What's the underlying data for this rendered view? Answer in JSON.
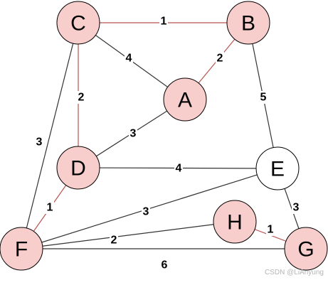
{
  "graph": {
    "nodes": [
      {
        "id": "C",
        "label": "C",
        "fill": "#f8cecc"
      },
      {
        "id": "B",
        "label": "B",
        "fill": "#f8cecc"
      },
      {
        "id": "A",
        "label": "A",
        "fill": "#f8cecc"
      },
      {
        "id": "D",
        "label": "D",
        "fill": "#f8cecc"
      },
      {
        "id": "E",
        "label": "E",
        "fill": "#ffffff"
      },
      {
        "id": "H",
        "label": "H",
        "fill": "#f8cecc"
      },
      {
        "id": "F",
        "label": "F",
        "fill": "#f8cecc"
      },
      {
        "id": "G",
        "label": "G",
        "fill": "#f8cecc"
      }
    ],
    "edges": [
      {
        "from": "C",
        "to": "B",
        "weight": "1",
        "color": "#b85450"
      },
      {
        "from": "C",
        "to": "A",
        "weight": "4",
        "color": "#333333"
      },
      {
        "from": "B",
        "to": "A",
        "weight": "2",
        "color": "#b85450"
      },
      {
        "from": "C",
        "to": "D",
        "weight": "2",
        "color": "#b85450"
      },
      {
        "from": "C",
        "to": "F",
        "weight": "3",
        "color": "#333333"
      },
      {
        "from": "A",
        "to": "D",
        "weight": "3",
        "color": "#333333"
      },
      {
        "from": "B",
        "to": "E",
        "weight": "5",
        "color": "#333333"
      },
      {
        "from": "D",
        "to": "E",
        "weight": "4",
        "color": "#333333"
      },
      {
        "from": "D",
        "to": "F",
        "weight": "1",
        "color": "#b85450"
      },
      {
        "from": "F",
        "to": "E",
        "weight": "3",
        "color": "#333333"
      },
      {
        "from": "E",
        "to": "G",
        "weight": "3",
        "color": "#333333"
      },
      {
        "from": "H",
        "to": "G",
        "weight": "1",
        "color": "#b85450"
      },
      {
        "from": "F",
        "to": "H",
        "weight": "2",
        "color": "#333333"
      },
      {
        "from": "F",
        "to": "G",
        "weight": "6",
        "color": "#333333"
      }
    ]
  },
  "watermark": "CSDN @LiAnyung"
}
